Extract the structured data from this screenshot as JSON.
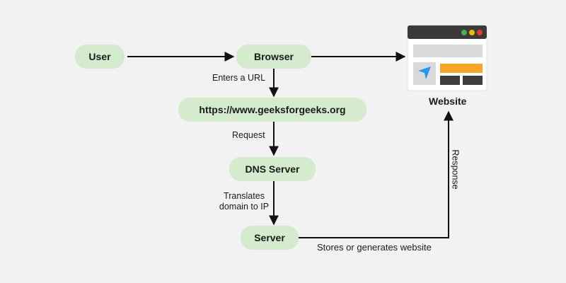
{
  "nodes": {
    "user": "User",
    "browser": "Browser",
    "url": "https://www.geeksforgeeks.org",
    "dns": "DNS Server",
    "server": "Server"
  },
  "website": {
    "caption": "Website",
    "colors": {
      "titlebar": "#3a3a3a",
      "window_bg": "#ffffff",
      "dot_green": "#4caf50",
      "dot_yellow": "#f5b800",
      "dot_red": "#e53935",
      "placeholder": "#d9d9d9",
      "cursor_bg": "#d9d9d9",
      "cursor_icon": "#2196f3",
      "orange_bar": "#f5a623",
      "dark_block": "#3d3d3d"
    },
    "cursor_icon": "navigation-arrow-icon"
  },
  "edges": {
    "enters_url": "Enters a URL",
    "request": "Request",
    "translates_line1": "Translates",
    "translates_line2": "domain to IP",
    "stores": "Stores or generates website",
    "response": "Response"
  },
  "colors": {
    "node_fill": "#d4ebce",
    "arrow": "#111111",
    "background": "#f2f2f2"
  }
}
